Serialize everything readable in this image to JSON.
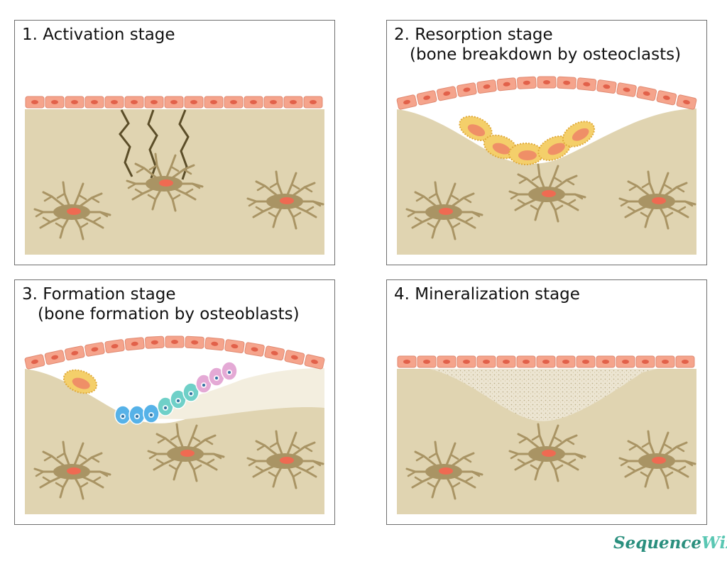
{
  "panels": [
    {
      "id": "p1",
      "title_line1": "1. Activation stage",
      "title_line2": ""
    },
    {
      "id": "p2",
      "title_line1": "2. Resorption stage",
      "title_line2": "(bone breakdown by osteoclasts)"
    },
    {
      "id": "p3",
      "title_line1": "3. Formation stage",
      "title_line2": "(bone formation by osteoblasts)"
    },
    {
      "id": "p4",
      "title_line1": "4. Mineralization stage",
      "title_line2": ""
    }
  ],
  "logo": {
    "part1": "Sequence",
    "part2": "Wiz"
  },
  "colors": {
    "bone": "#e0d4b1",
    "lining_cell": "#f5a48c",
    "osteocyte": "#a99464",
    "osteoclast": "#f4cf6a",
    "osteoblast_blue": "#56b2e8",
    "osteoblast_teal": "#6fd0c8",
    "osteoblast_pink": "#e4a9d5",
    "new_bone": "#f3eedf",
    "logo": "#2a8f7e"
  }
}
